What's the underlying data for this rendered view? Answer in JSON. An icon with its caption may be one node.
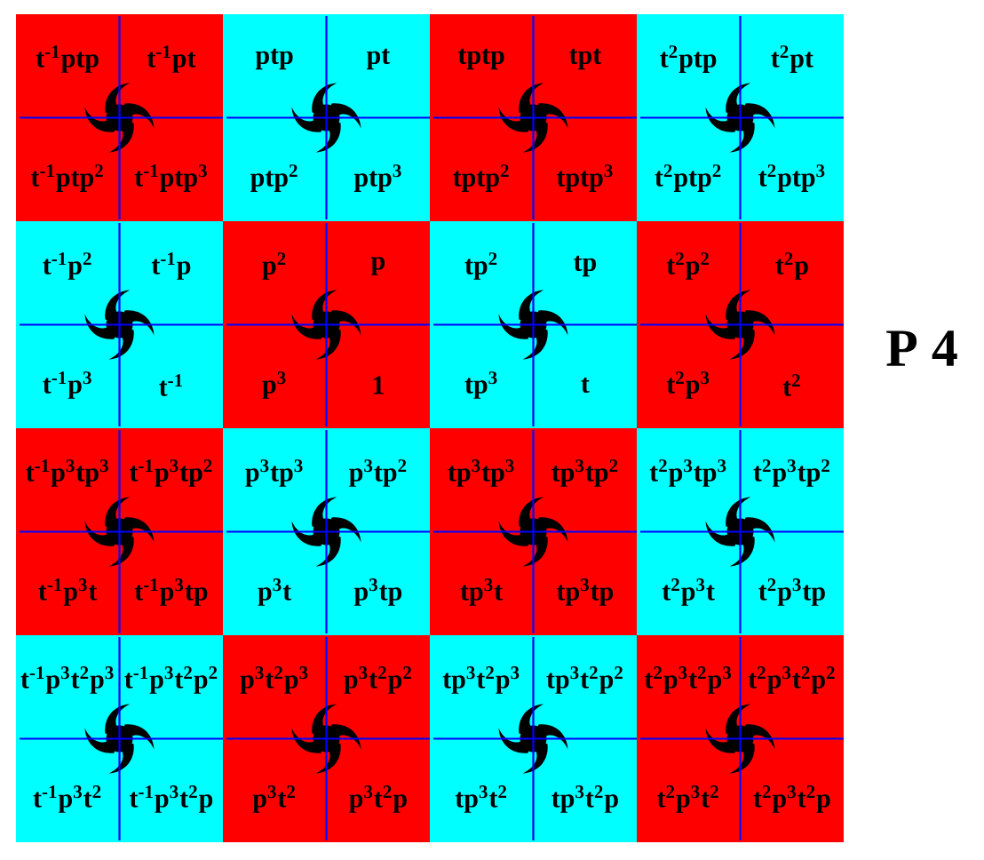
{
  "diagram": {
    "nodes": [
      {
        "text": [
          "t$^{-1}$ptp",
          "t$^{-1}$pt",
          "t$^{-1}$ptp$^{2}$",
          "t$^{-1}$ptp$^{3}$"
        ]
      },
      {
        "text": [
          "ptp",
          "pt",
          "ptp$^{2}$",
          "ptp$^{3}$"
        ]
      },
      {
        "text": [
          "tptp",
          "tpt",
          "tptp$^{2}$",
          "tptp$^{3}$"
        ]
      },
      {
        "text": [
          "t$^{2}$ptp",
          "t$^{2}$pt",
          "t$^{2}$ptp$^{2}$",
          "t$^{2}$ptp$^{3}$"
        ]
      },
      {
        "text": [
          "t$^{-1}$p$^{2}$",
          "t$^{-1}$p",
          "t$^{-1}$p$^{3}$",
          "t$^{-1}$"
        ]
      },
      {
        "text": [
          "p$^{2}$",
          "p",
          "p$^{3}$",
          "1"
        ]
      },
      {
        "text": [
          "tp$^{2}$",
          "tp",
          "tp$^{3}$",
          "t"
        ]
      },
      {
        "text": [
          "t$^{2}$p$^{2}$",
          "t$^{2}$p",
          "t$^{2}$p$^{3}$",
          "t$^{2}$"
        ]
      },
      {
        "text": [
          "t$^{-1}$p$^{3}$tp$^{3}$",
          "t$^{-1}$p$^{3}$tp$^{2}$",
          "t$^{-1}$p$^{3}$t",
          "t$^{-1}$p$^{3}$tp"
        ]
      },
      {
        "text": [
          "p$^{3}$tp$^{3}$",
          "p$^{3}$tp$^{2}$",
          "p$^{3}$t",
          "p$^{3}$tp"
        ]
      },
      {
        "text": [
          "tp$^{3}$tp$^{3}$",
          "tp$^{3}$tp$^{2}$",
          "tp$^{3}$t",
          "tp$^{3}$tp"
        ]
      },
      {
        "text": [
          "t$^{2}$p$^{3}$tp$^{3}$",
          "t$^{2}$p$^{3}$tp$^{2}$",
          "t$^{2}$p$^{3}$t",
          "t$^{2}$p$^{3}$tp"
        ]
      },
      {
        "text": [
          "t$^{-1}$p$^{3}$t$^{2}$p$^{3}$",
          "t$^{-1}$p$^{3}$t$^{2}$p$^{2}$",
          "t$^{-1}$p$^{3}$t$^{2}$",
          "t$^{-1}$p$^{3}$t$^{2}$p"
        ]
      },
      {
        "text": [
          "p$^{3}$t$^{2}$p$^{3}$",
          "p$^{3}$t$^{2}$p$^{2}$",
          "p$^{3}$t$^{2}$",
          "p$^{3}$t$^{2}$p"
        ]
      },
      {
        "text": [
          "tp$^{3}$t$^{2}$p$^{3}$",
          "tp$^{3}$t$^{2}$p$^{2}$",
          "tp$^{3}$t$^{2}$",
          "tp$^{3}$t$^{2}$p"
        ]
      },
      {
        "text": [
          "t$^{2}$p$^{3}$t$^{2}$p$^{3}$",
          "t$^{2}$p$^{3}$t$^{2}$p$^{2}$",
          "t$^{2}$p$^{3}$t$^{2}$",
          "t$^{2}$p$^{3}$t$^{2}$p"
        ]
      }
    ],
    "labels": [
      "P 4"
    ]
  }
}
